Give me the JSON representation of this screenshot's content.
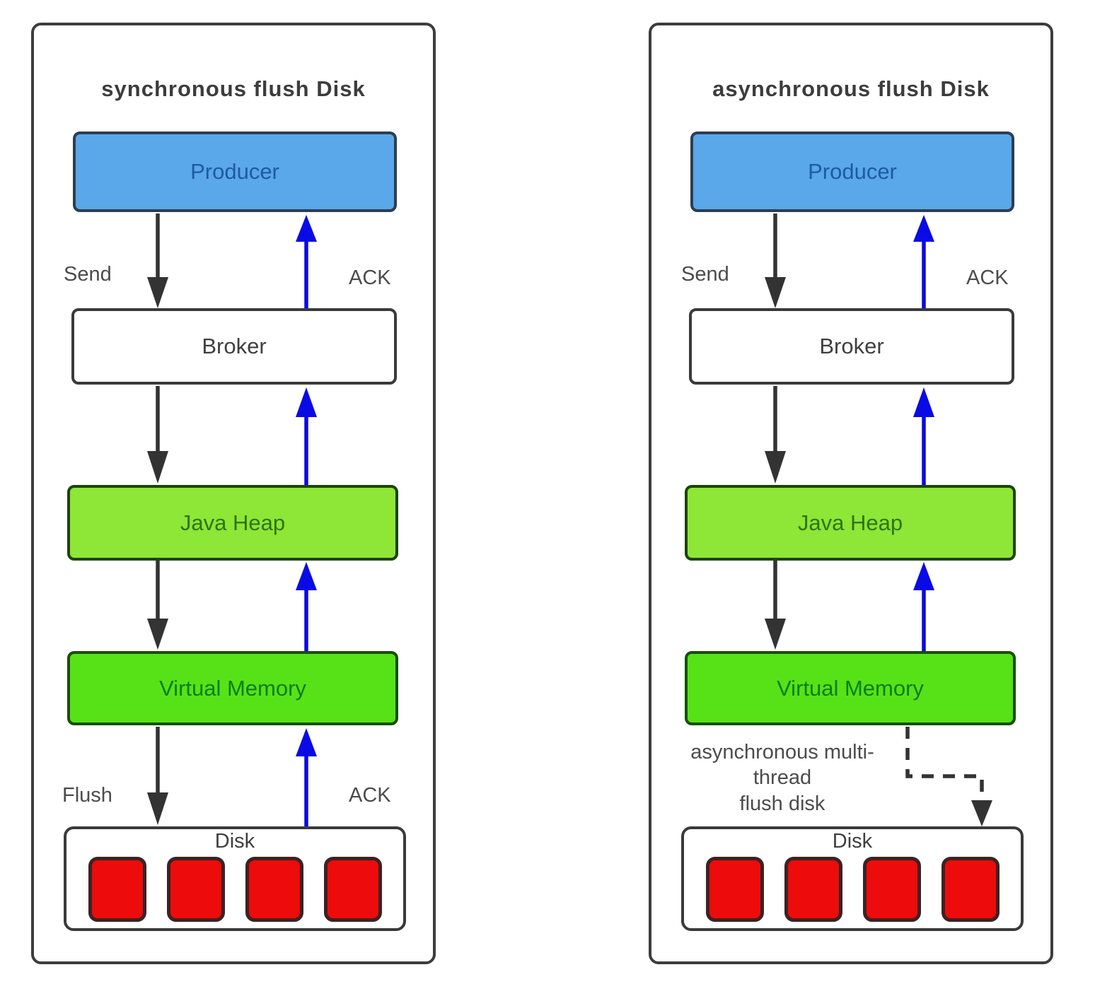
{
  "colors": {
    "panel_border": "#3d3d3d",
    "box_border": "#3a3a3a",
    "producer_fill": "#5aa7ea",
    "producer_border": "#2d3e50",
    "producer_text": "#1d5c9e",
    "broker_fill": "#ffffff",
    "broker_text": "#3f3f3f",
    "java_heap_fill": "#8ee636",
    "java_heap_border": "#1d4409",
    "java_heap_text": "#2f7410",
    "virtual_memory_fill": "#57e218",
    "virtual_memory_border": "#175006",
    "virtual_memory_text": "#0f7d15",
    "disk_fill": "#ffffff",
    "disk_text": "#3f3f3f",
    "disk_block_fill": "#ee0b0b",
    "disk_block_border": "#3c2323",
    "arrow_down": "#333333",
    "arrow_up": "#0a0ae6",
    "label_text": "#4c4c4c",
    "title_text": "#3c3c3c"
  },
  "panels": [
    {
      "title": "synchronous flush Disk",
      "nodes": {
        "producer": "Producer",
        "broker": "Broker",
        "java_heap": "Java Heap",
        "virtual_memory": "Virtual Memory",
        "disk": "Disk"
      },
      "labels": {
        "send": "Send",
        "ack_producer": "ACK",
        "flush": "Flush",
        "ack_disk": "ACK"
      },
      "disk_block_count": 4
    },
    {
      "title": "asynchronous flush Disk",
      "nodes": {
        "producer": "Producer",
        "broker": "Broker",
        "java_heap": "Java Heap",
        "virtual_memory": "Virtual Memory",
        "disk": "Disk"
      },
      "labels": {
        "send": "Send",
        "ack_producer": "ACK",
        "async_note": "asynchronous multi-\nthread\nflush disk"
      },
      "disk_block_count": 4
    }
  ]
}
